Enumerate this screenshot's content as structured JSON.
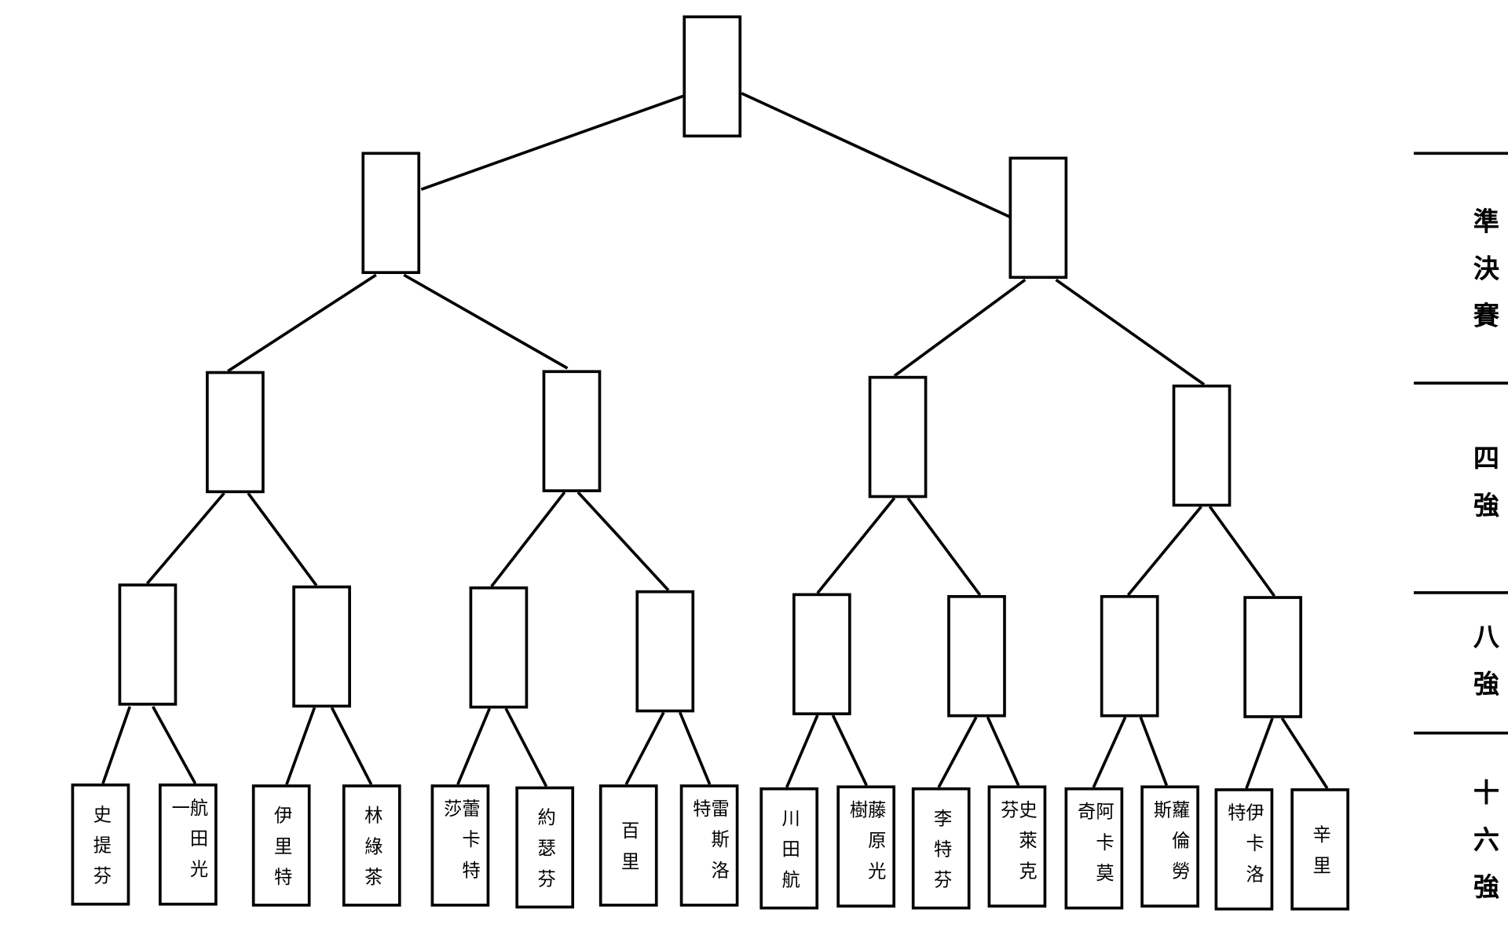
{
  "rounds": {
    "semifinal": "準決賽",
    "quarterfinal": "四強",
    "round_of_8": "八強",
    "round_of_16": "十六強"
  },
  "participants": [
    "史提芬",
    "航田光一",
    "伊里特",
    "林綠茶",
    "蕾卡特莎",
    "約瑟芬",
    "百里",
    "雷斯洛特",
    "川田航",
    "藤原光樹",
    "李特芬",
    "史萊克芬",
    "阿卡莫奇",
    "蘿倫勞斯",
    "伊卡洛特",
    "辛里"
  ]
}
